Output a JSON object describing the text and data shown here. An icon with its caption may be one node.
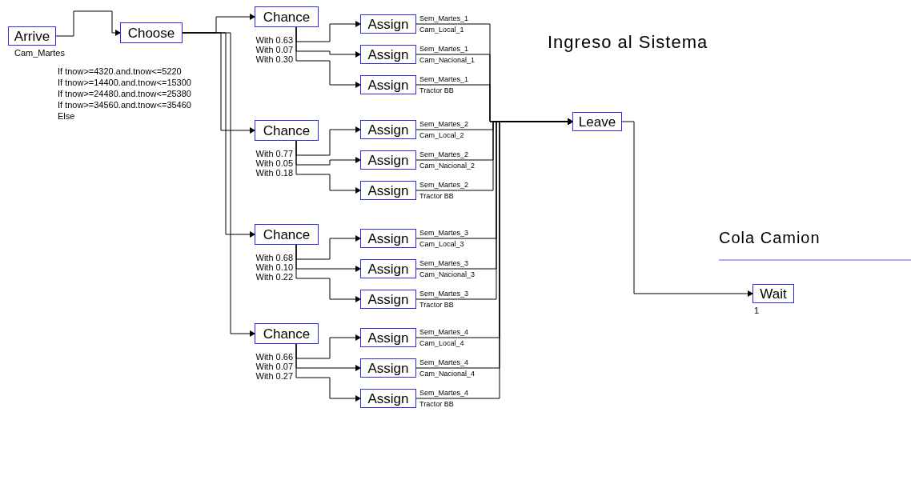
{
  "diagram": {
    "nodes": [
      {
        "text": [
          "Arrive"
        ],
        "beside": [
          "Cam_Martes"
        ]
      },
      {
        "text": [
          "Choose"
        ],
        "beside": [
          "If tnow>=4320.and.tnow<=5220",
          "If tnow>=14400.and.tnow<=15300",
          "If tnow>=24480.and.tnow<=25380",
          "If tnow>=34560.and.tnow<=35460",
          "Else"
        ]
      },
      {
        "text": [
          "Chance"
        ],
        "beside": [
          "With 0.63",
          "With 0.07",
          "With 0.30"
        ]
      },
      {
        "text": [
          "Assign"
        ],
        "beside": [
          "Sem_Martes_1",
          "Cam_Local_1"
        ]
      },
      {
        "text": [
          "Assign"
        ],
        "beside": [
          "Sem_Martes_1",
          "Cam_Nacional_1"
        ]
      },
      {
        "text": [
          "Assign"
        ],
        "beside": [
          "Sem_Martes_1",
          "Tractor BB"
        ]
      },
      {
        "text": [
          "Chance"
        ],
        "beside": [
          "With 0.77",
          "With 0.05",
          "With 0.18"
        ]
      },
      {
        "text": [
          "Assign"
        ],
        "beside": [
          "Sem_Martes_2",
          "Cam_Local_2"
        ]
      },
      {
        "text": [
          "Assign"
        ],
        "beside": [
          "Sem_Martes_2",
          "Cam_Nacional_2"
        ]
      },
      {
        "text": [
          "Assign"
        ],
        "beside": [
          "Sem_Martes_2",
          "Tractor BB"
        ]
      },
      {
        "text": [
          "Chance"
        ],
        "beside": [
          "With 0.68",
          "With 0.10",
          "With 0.22"
        ]
      },
      {
        "text": [
          "Assign"
        ],
        "beside": [
          "Sem_Martes_3",
          "Cam_Local_3"
        ]
      },
      {
        "text": [
          "Assign"
        ],
        "beside": [
          "Sem_Martes_3",
          "Cam_Nacional_3"
        ]
      },
      {
        "text": [
          "Assign"
        ],
        "beside": [
          "Sem_Martes_3",
          "Tractor BB"
        ]
      },
      {
        "text": [
          "Chance"
        ],
        "beside": [
          "With 0.66",
          "With 0.07",
          "With 0.27"
        ]
      },
      {
        "text": [
          "Assign"
        ],
        "beside": [
          "Sem_Martes_4",
          "Cam_Local_4"
        ]
      },
      {
        "text": [
          "Assign"
        ],
        "beside": [
          "Sem_Martes_4",
          "Cam_Nacional_4"
        ]
      },
      {
        "text": [
          "Assign"
        ],
        "beside": [
          "Sem_Martes_4",
          "Tractor BB"
        ]
      },
      {
        "text": [
          "Leave"
        ]
      },
      {
        "text": [
          "Wait"
        ],
        "beside": [
          "1"
        ]
      }
    ],
    "edges": [
      {
        "from": 0,
        "to": 1,
        "arrow": "to"
      },
      {
        "from": 1,
        "to": 2,
        "arrow": "to"
      },
      {
        "from": 1,
        "to": 6,
        "arrow": "to"
      },
      {
        "from": 1,
        "to": 10,
        "arrow": "to"
      },
      {
        "from": 1,
        "to": 14,
        "arrow": "to"
      },
      {
        "from": 2,
        "to": 3,
        "arrow": "to"
      },
      {
        "from": 2,
        "to": 4,
        "arrow": "to"
      },
      {
        "from": 2,
        "to": 5,
        "arrow": "to"
      },
      {
        "from": 6,
        "to": 7,
        "arrow": "to"
      },
      {
        "from": 6,
        "to": 8,
        "arrow": "to"
      },
      {
        "from": 6,
        "to": 9,
        "arrow": "to"
      },
      {
        "from": 10,
        "to": 11,
        "arrow": "to"
      },
      {
        "from": 10,
        "to": 12,
        "arrow": "to"
      },
      {
        "from": 10,
        "to": 13,
        "arrow": "to"
      },
      {
        "from": 14,
        "to": 15,
        "arrow": "to"
      },
      {
        "from": 14,
        "to": 16,
        "arrow": "to"
      },
      {
        "from": 14,
        "to": 17,
        "arrow": "to"
      },
      {
        "from": 3,
        "to": 18,
        "arrow": "to"
      },
      {
        "from": 4,
        "to": 18,
        "arrow": "to"
      },
      {
        "from": 5,
        "to": 18,
        "arrow": "to"
      },
      {
        "from": 7,
        "to": 18,
        "arrow": "to"
      },
      {
        "from": 8,
        "to": 18,
        "arrow": "to"
      },
      {
        "from": 9,
        "to": 18,
        "arrow": "to"
      },
      {
        "from": 11,
        "to": 18,
        "arrow": "to"
      },
      {
        "from": 12,
        "to": 18,
        "arrow": "to"
      },
      {
        "from": 13,
        "to": 18,
        "arrow": "to"
      },
      {
        "from": 15,
        "to": 18,
        "arrow": "to"
      },
      {
        "from": 16,
        "to": 18,
        "arrow": "to"
      },
      {
        "from": 17,
        "to": 18,
        "arrow": "to"
      },
      {
        "from": 18,
        "to": 19,
        "arrow": "to"
      }
    ],
    "labels": [
      "Ingreso al Sistema",
      "Cola Camion"
    ]
  }
}
